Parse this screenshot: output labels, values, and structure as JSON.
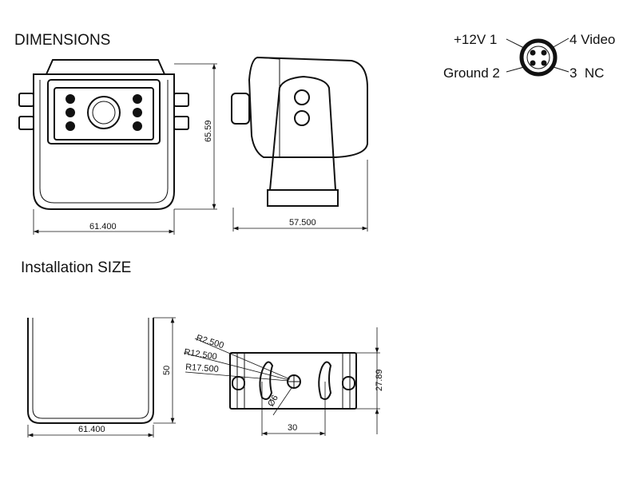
{
  "headings": {
    "dimensions": "DIMENSIONS",
    "installation": "Installation SIZE"
  },
  "front_view": {
    "width": "61.400",
    "height": "65.59"
  },
  "side_view": {
    "depth": "57.500"
  },
  "connector": {
    "pin1": "+12V 1",
    "pin2": "Ground 2",
    "pin3": "3  NC",
    "pin4": "4 Video"
  },
  "bracket": {
    "width": "61.400",
    "height": "50"
  },
  "plate": {
    "r1": "R2.500",
    "r2": "R12.500",
    "r3": "R17.500",
    "hole": "Ø6",
    "slot_spacing": "30",
    "height": "27.89"
  }
}
